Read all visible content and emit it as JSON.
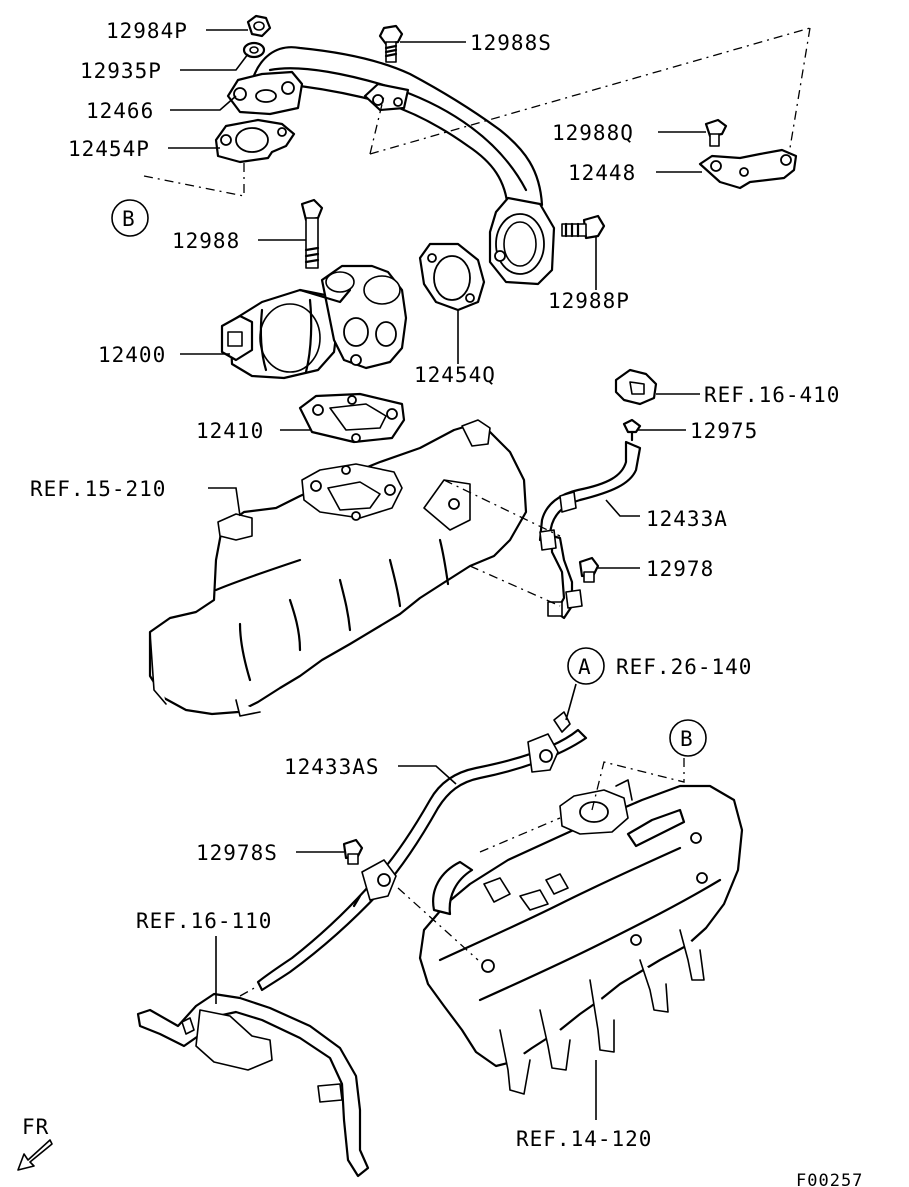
{
  "labels": {
    "p12984P": "12984P",
    "p12935P": "12935P",
    "p12466": "12466",
    "p12454P": "12454P",
    "p12988S": "12988S",
    "p12988Q": "12988Q",
    "p12448": "12448",
    "p12988": "12988",
    "p12988P": "12988P",
    "p12400": "12400",
    "p12454Q": "12454Q",
    "ref16_410": "REF.16-410",
    "p12975": "12975",
    "p12410": "12410",
    "ref15_210": "REF.15-210",
    "p12433A": "12433A",
    "p12978": "12978",
    "ref26_140": "REF.26-140",
    "p12433AS": "12433AS",
    "p12978S": "12978S",
    "ref16_110": "REF.16-110",
    "ref14_120": "REF.14-120",
    "fr": "FR",
    "figure_code": "F00257"
  },
  "callouts": {
    "a": "A",
    "b_top": "B",
    "b_bottom": "B"
  }
}
